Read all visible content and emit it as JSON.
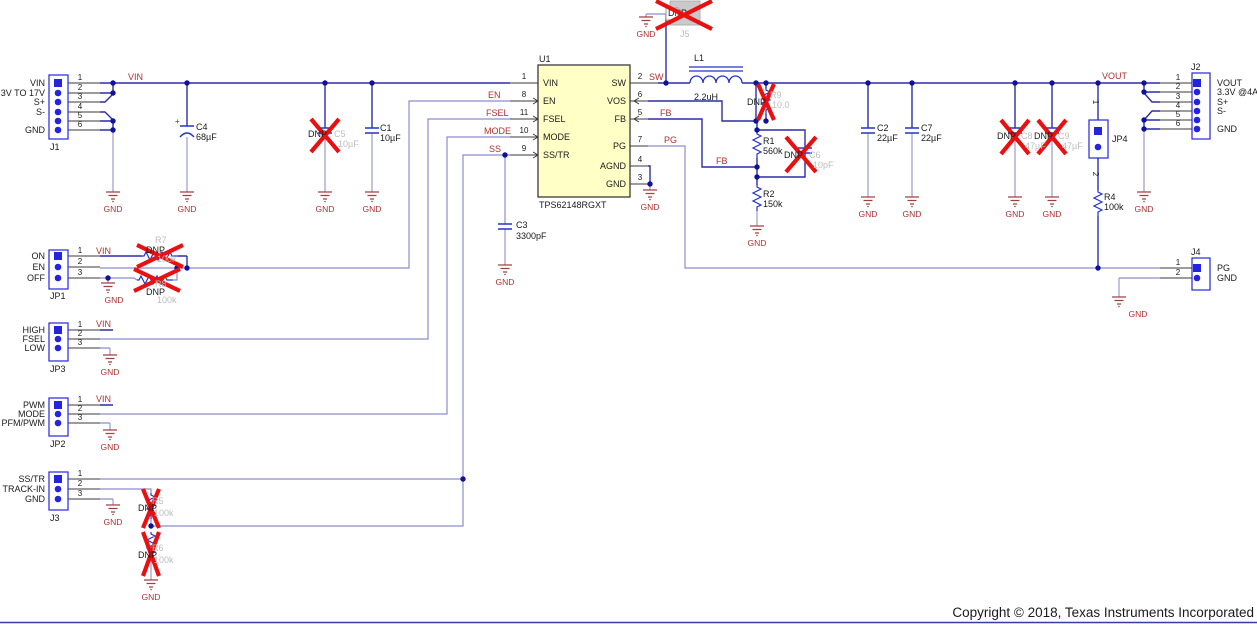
{
  "labels": {
    "gnd": "GND",
    "dnp": "DNP",
    "plus": "+"
  },
  "nets": {
    "vin": "VIN",
    "vout": "VOUT",
    "en": "EN",
    "fsel": "FSEL",
    "mode": "MODE",
    "ss": "SS",
    "sw": "SW",
    "fb": "FB",
    "pg": "PG"
  },
  "ic": {
    "ref": "U1",
    "part": "TPS62148RGXT",
    "left_pins": [
      {
        "num": "1",
        "name": "VIN"
      },
      {
        "num": "8",
        "name": "EN"
      },
      {
        "num": "11",
        "name": "FSEL"
      },
      {
        "num": "10",
        "name": "MODE"
      },
      {
        "num": "9",
        "name": "SS/TR"
      }
    ],
    "right_pins": [
      {
        "num": "2",
        "name": "SW"
      },
      {
        "num": "6",
        "name": "VOS"
      },
      {
        "num": "5",
        "name": "FB"
      },
      {
        "num": "7",
        "name": "PG"
      },
      {
        "num": "4",
        "name": "AGND"
      },
      {
        "num": "3",
        "name": "GND"
      }
    ]
  },
  "connectors": {
    "j1": {
      "ref": "J1",
      "pin_numbers": [
        "1",
        "2",
        "3",
        "4",
        "5",
        "6"
      ],
      "pin_labels": [
        "VIN",
        "3V TO 17V",
        "S+",
        "S-",
        "",
        "GND"
      ]
    },
    "j2": {
      "ref": "J2",
      "pin_numbers": [
        "1",
        "2",
        "3",
        "4",
        "5",
        "6"
      ],
      "pin_labels": [
        "VOUT",
        "3.3V @4A",
        "S+",
        "S-",
        "",
        "GND"
      ]
    },
    "j3": {
      "ref": "J3",
      "pin_numbers": [
        "1",
        "2",
        "3"
      ],
      "pin_labels": [
        "SS/TR",
        "TRACK-IN",
        "GND"
      ]
    },
    "j4": {
      "ref": "J4",
      "pin_numbers": [
        "1",
        "2"
      ],
      "pin_labels": [
        "PG",
        "GND"
      ]
    },
    "j5": {
      "ref": "J5",
      "dnp": true
    },
    "jp1": {
      "ref": "JP1",
      "pin_numbers": [
        "1",
        "2",
        "3"
      ],
      "pin_labels": [
        "ON",
        "EN",
        "OFF"
      ]
    },
    "jp2": {
      "ref": "JP2",
      "pin_numbers": [
        "1",
        "2",
        "3"
      ],
      "pin_labels": [
        "PWM",
        "MODE",
        "PFM/PWM"
      ]
    },
    "jp3": {
      "ref": "JP3",
      "pin_numbers": [
        "1",
        "2",
        "3"
      ],
      "pin_labels": [
        "HIGH",
        "FSEL",
        "LOW"
      ]
    },
    "jp4": {
      "ref": "JP4",
      "pin_numbers": [
        "1",
        "2"
      ]
    }
  },
  "components": {
    "c1": {
      "ref": "C1",
      "value": "10µF"
    },
    "c2": {
      "ref": "C2",
      "value": "22µF"
    },
    "c3": {
      "ref": "C3",
      "value": "3300pF"
    },
    "c4": {
      "ref": "C4",
      "value": "68µF"
    },
    "c5": {
      "ref": "C5",
      "value": "10µF",
      "dnp": true
    },
    "c6": {
      "ref": "C6",
      "value": "10pF",
      "dnp": true
    },
    "c7": {
      "ref": "C7",
      "value": "22µF"
    },
    "c8": {
      "ref": "C8",
      "value": "47µF",
      "dnp": true
    },
    "c9": {
      "ref": "C9",
      "value": "47µF",
      "dnp": true
    },
    "l1": {
      "ref": "L1",
      "value": "2.2uH"
    },
    "r1": {
      "ref": "R1",
      "value": "560k"
    },
    "r2": {
      "ref": "R2",
      "value": "150k"
    },
    "r4": {
      "ref": "R4",
      "value": "100k"
    },
    "r5": {
      "ref": "R5",
      "value": "100k",
      "dnp": true
    },
    "r6": {
      "ref": "R6",
      "value": "100k",
      "dnp": true
    },
    "r7": {
      "ref": "R7",
      "value": "100k",
      "dnp": true
    },
    "r8": {
      "ref": "R8",
      "value": "100k",
      "dnp": true
    },
    "r9": {
      "ref": "R9",
      "value": "10.0",
      "dnp": true
    }
  },
  "footer": "Copyright © 2018, Texas Instruments Incorporated"
}
